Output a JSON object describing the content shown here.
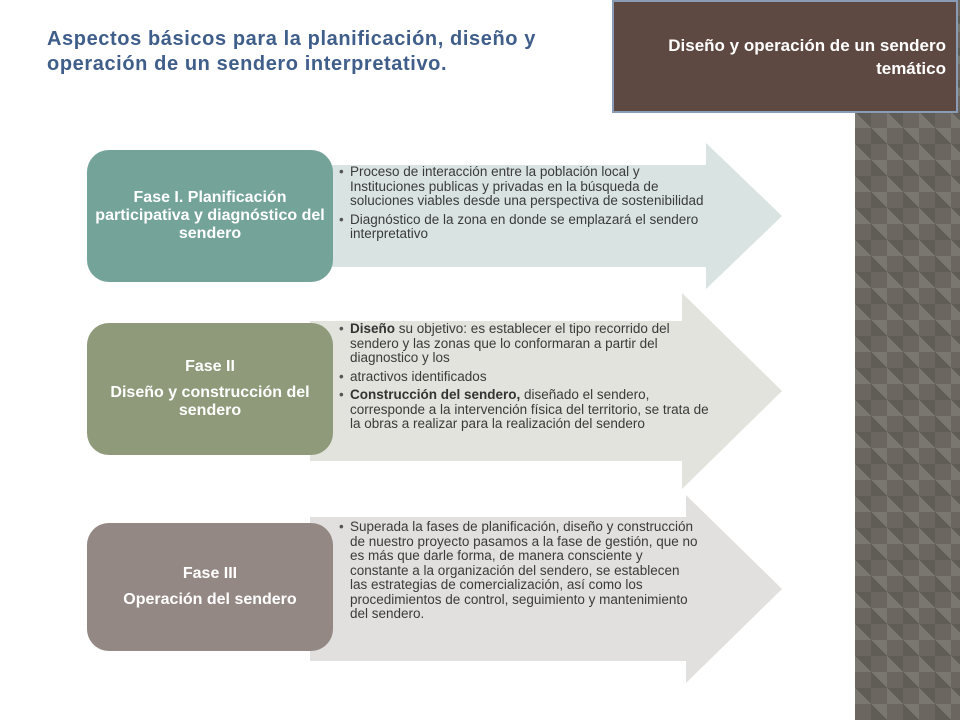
{
  "header": {
    "title": "Aspectos básicos para la planificación, diseño y operación de un sendero interpretativo.",
    "corner_title": "Diseño y operación de un sendero temático"
  },
  "phases": [
    {
      "title": "Fase I. Planificación participativa y diagnóstico del sendero",
      "color": "#74a39a",
      "arrow_color": "#d9e3e2",
      "bullets": [
        {
          "bold": "",
          "text": "Proceso de interacción entre la población local y Instituciones publicas y privadas en la búsqueda de soluciones viables desde una perspectiva de sostenibilidad"
        },
        {
          "bold": "",
          "text": "Diagnóstico de la zona en donde se emplazará el sendero interpretativo"
        }
      ]
    },
    {
      "title_line1": "Fase II",
      "title_line2": "Diseño y construcción del sendero",
      "color": "#8f9a7a",
      "arrow_color": "#e2e3dc",
      "bullets": [
        {
          "bold": "Diseño",
          "text": " su objetivo: es establecer el tipo recorrido del sendero y las zonas que lo conformaran a partir del diagnostico y los"
        },
        {
          "bold": "",
          "text": "atractivos identificados"
        },
        {
          "bold": "Construcción del sendero,",
          "text": " diseñado el sendero, corresponde a la intervención física del territorio, se trata de la obras a realizar para la realización del sendero"
        }
      ]
    },
    {
      "title_line1": "Fase III",
      "title_line2": "Operación del sendero",
      "color": "#948884",
      "arrow_color": "#e2e0de",
      "bullets": [
        {
          "bold": "",
          "text": "Superada la fases de planificación, diseño y construcción de nuestro proyecto pasamos a  la fase de gestión, que no es más que darle forma, de manera consciente y constante a la organización del sendero, se establecen las estrategias de comercialización,  así como los procedimientos de control, seguimiento y mantenimiento del sendero."
        }
      ]
    }
  ]
}
